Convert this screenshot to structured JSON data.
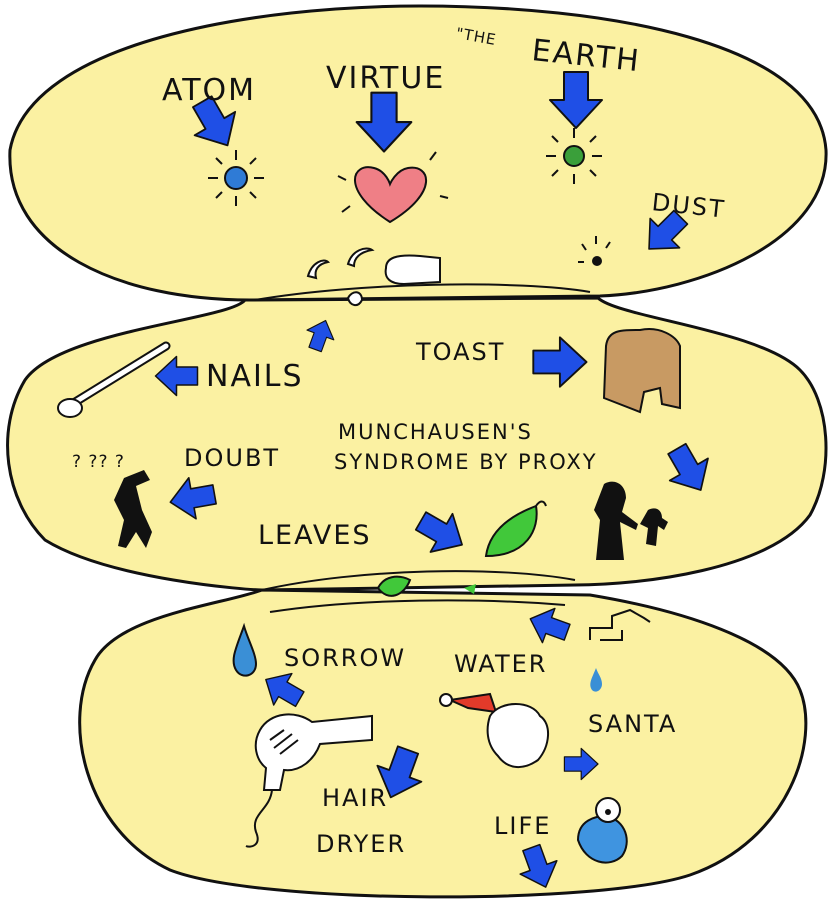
{
  "colors": {
    "lens_fill": "#fbf1a2",
    "outline": "#111111",
    "arrow": "#1f4fe6",
    "heart": "#ef7f86",
    "atom": "#2f7bd6",
    "earth": "#3a9f3a",
    "leaf": "#41c83a",
    "toast": "#c89a63",
    "water_drop": "#3a8fd6",
    "baby": "#3f94e0",
    "santa_hat": "#e23a2a"
  },
  "labels": {
    "atom": "ATOM",
    "virtue": "VIRTUE",
    "the": "\"THE",
    "earth": "EARTH",
    "dust": "DUST",
    "nails": "NAILS",
    "toast": "TOAST",
    "doubt": "DOUBT",
    "question_marks": "? ??  ?",
    "munch_line1": "MUNCHAUSEN'S",
    "munch_line2": "SYNDROME BY PROXY",
    "leaves": "LEAVES",
    "sorrow": "SORROW",
    "water": "WATER",
    "santa": "SANTA",
    "hair": "HAIR",
    "dryer": "DRYER",
    "life": "LIFE"
  },
  "icons": [
    "atom-icon",
    "heart-icon",
    "earth-icon",
    "dust-icon",
    "nail-icon",
    "toast-icon",
    "doubt-figure-icon",
    "mother-child-icon",
    "leaf-icon",
    "water-drop-icon",
    "faucet-icon",
    "santa-icon",
    "hair-dryer-icon",
    "baby-icon"
  ]
}
